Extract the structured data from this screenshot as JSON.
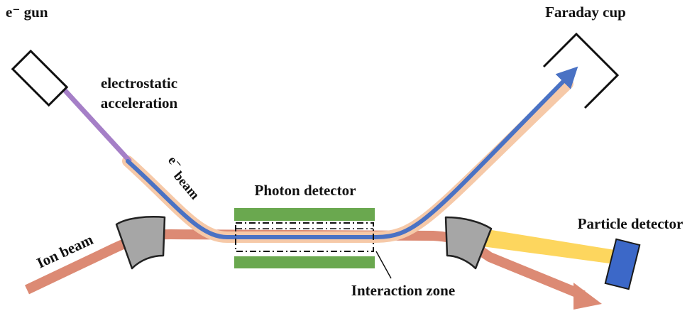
{
  "labels": {
    "e_gun": "e⁻ gun",
    "electrostatic_line1": "electrostatic",
    "electrostatic_line2": "acceleration",
    "e_beam_symbol": "e⁻",
    "e_beam_word": "beam",
    "photon_detector": "Photon detector",
    "faraday_cup": "Faraday cup",
    "particle_detector": "Particle detector",
    "ion_beam": "Ion beam",
    "interaction_zone": "Interaction zone"
  },
  "colors": {
    "ion_beam": "#dc8a74",
    "electron_beam": "#4a72c4",
    "electron_beam_halo": "#f6c9a8",
    "acceleration_beam": "#a57fc7",
    "detector_plates": "#6aa84f",
    "magnets": "#a6a6a6",
    "photon_signal": "#fdd65e",
    "particle_detector": "#3c68c8"
  }
}
